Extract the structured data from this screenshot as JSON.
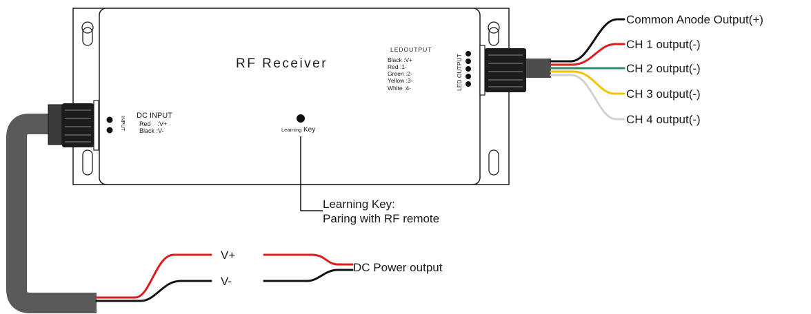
{
  "device": {
    "title": "RF Receiver",
    "led_output_header": "LEDOUTPUT",
    "led_output_vertical": "LED OUTPUT",
    "led_legend": [
      "Black :V+",
      "Red :1-",
      "Green :2-",
      "Yellow :3-",
      "White :4-"
    ],
    "dc_input_header": "DC INPUT",
    "dc_input_lines": [
      "Red    :V+",
      "Black :V-"
    ],
    "input_vertical": "INPUT",
    "learning_small": "Learning",
    "learning_key": "Key"
  },
  "outputs": [
    {
      "label": "Common Anode Output(+)",
      "color": "#111111"
    },
    {
      "label": "CH 1 output(-)",
      "color": "#e01b1b"
    },
    {
      "label": "CH 2 output(-)",
      "color": "#2e8b6a"
    },
    {
      "label": "CH 3 output(-)",
      "color": "#f5c200"
    },
    {
      "label": "CH 4 output(-)",
      "color": "#d2d2d2"
    }
  ],
  "callout": {
    "line1": "Learning Key:",
    "line2": "Paring with RF remote"
  },
  "power": {
    "vplus": "V+",
    "vminus": "V-",
    "label": "DC Power output",
    "plus_color": "#e01b1b",
    "minus_color": "#111111"
  },
  "cable_color": "#5a5a5a"
}
